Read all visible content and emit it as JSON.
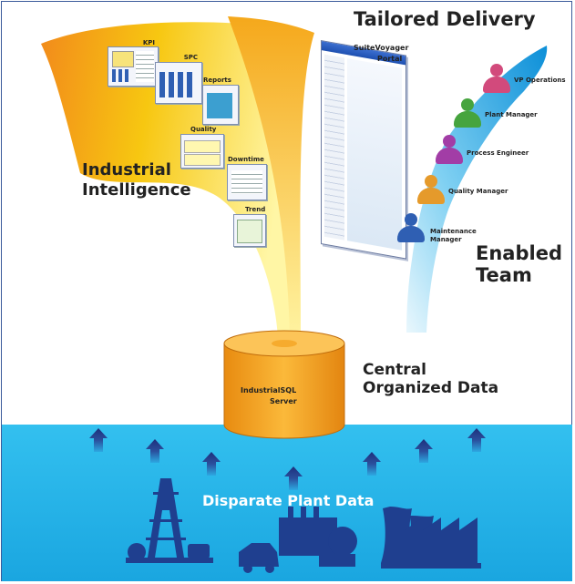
{
  "title": "Tailored Delivery",
  "portal": {
    "line1": "SuiteVoyager",
    "line2": "Portal"
  },
  "industrial_intelligence": {
    "line1": "Industrial",
    "line2": "Intelligence"
  },
  "enabled_team": {
    "line1": "Enabled",
    "line2": "Team"
  },
  "report_windows": [
    {
      "label": "KPI"
    },
    {
      "label": "SPC"
    },
    {
      "label": "Reports"
    },
    {
      "label": "Quality"
    },
    {
      "label": "Downtime"
    },
    {
      "label": "Trend"
    }
  ],
  "team": [
    {
      "label": "VP Operations",
      "color": "#d24a7c"
    },
    {
      "label": "Plant Manager",
      "color": "#46a43e"
    },
    {
      "label": "Process Engineer",
      "color": "#a23da6"
    },
    {
      "label": "Quality Manager",
      "color": "#e59a2b"
    },
    {
      "label": "Maintenance Manager",
      "color": "#2f5fb3"
    }
  ],
  "database": {
    "line1": "IndustrialSQL",
    "line2": "Server"
  },
  "central": {
    "line1": "Central",
    "line2": "Organized Data"
  },
  "plant_data": "Disparate Plant Data",
  "colors": {
    "sea": "#1aa6e0",
    "arrow": "#2a3f8f",
    "funnel": "#f6c400",
    "db": "#f2a51f",
    "plant": "#1f3f8f"
  }
}
